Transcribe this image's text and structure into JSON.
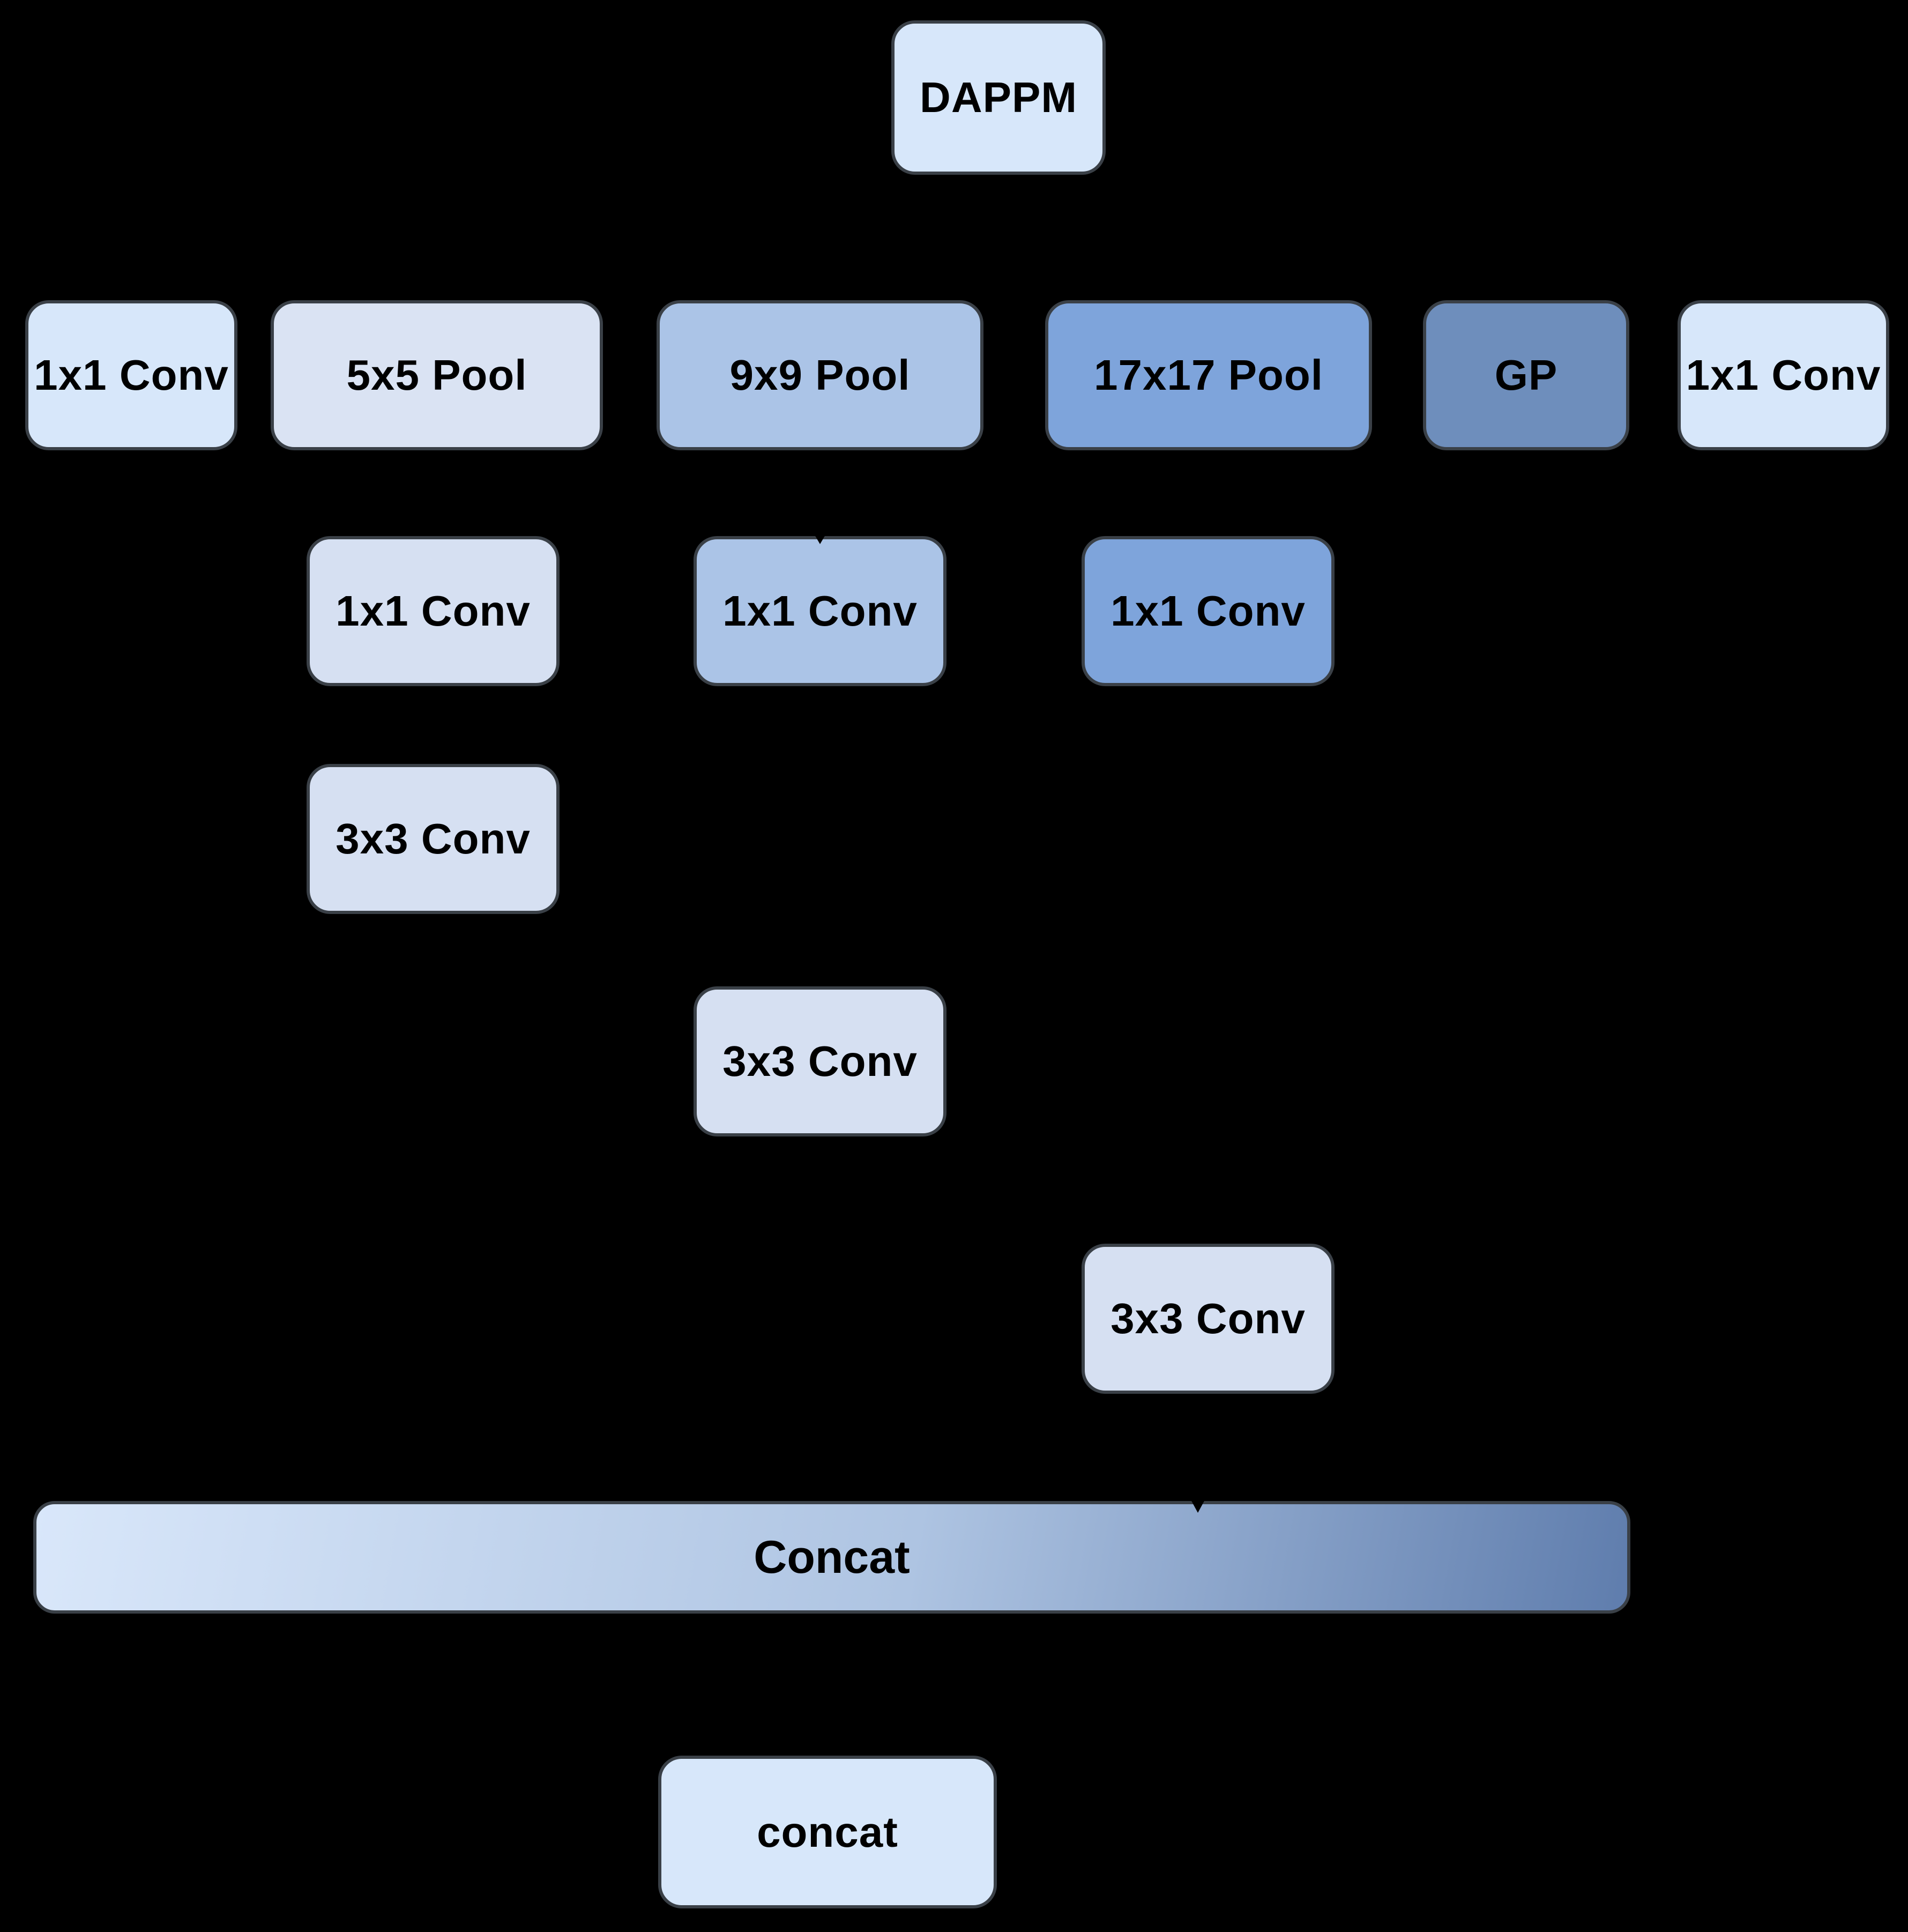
{
  "diagram": {
    "nodes": {
      "dappm": "DAPPM",
      "conv1x1_left": "1x1 Conv",
      "pool5x5": "5x5 Pool",
      "pool9x9": "9x9 Pool",
      "pool17x17": "17x17 Pool",
      "gp": "GP",
      "conv1x1_right": "1x1 Conv",
      "conv1x1_branch1": "1x1 Conv",
      "conv1x1_branch2": "1x1 Conv",
      "conv1x1_branch3": "1x1 Conv",
      "conv3x3_branch1": "3x3 Conv",
      "conv3x3_branch2": "3x3 Conv",
      "conv3x3_branch3": "3x3 Conv",
      "concat_bar": "Concat",
      "concat_out": "concat"
    },
    "colors": {
      "background": "#000000",
      "node_border": "#3a4047",
      "node_text": "#000000",
      "light_blue": "#d7e7fa",
      "pale_blue": "#dae3f3",
      "pale_blue_alt": "#d6e0f2",
      "mid_blue": "#abc4e7",
      "deep_blue": "#7ea4db",
      "slate_blue": "#6e8ebc",
      "concat_gradient_left": "#d9e7fa",
      "concat_gradient_right": "#5f7dad",
      "arrow_tip": "#000000"
    }
  }
}
